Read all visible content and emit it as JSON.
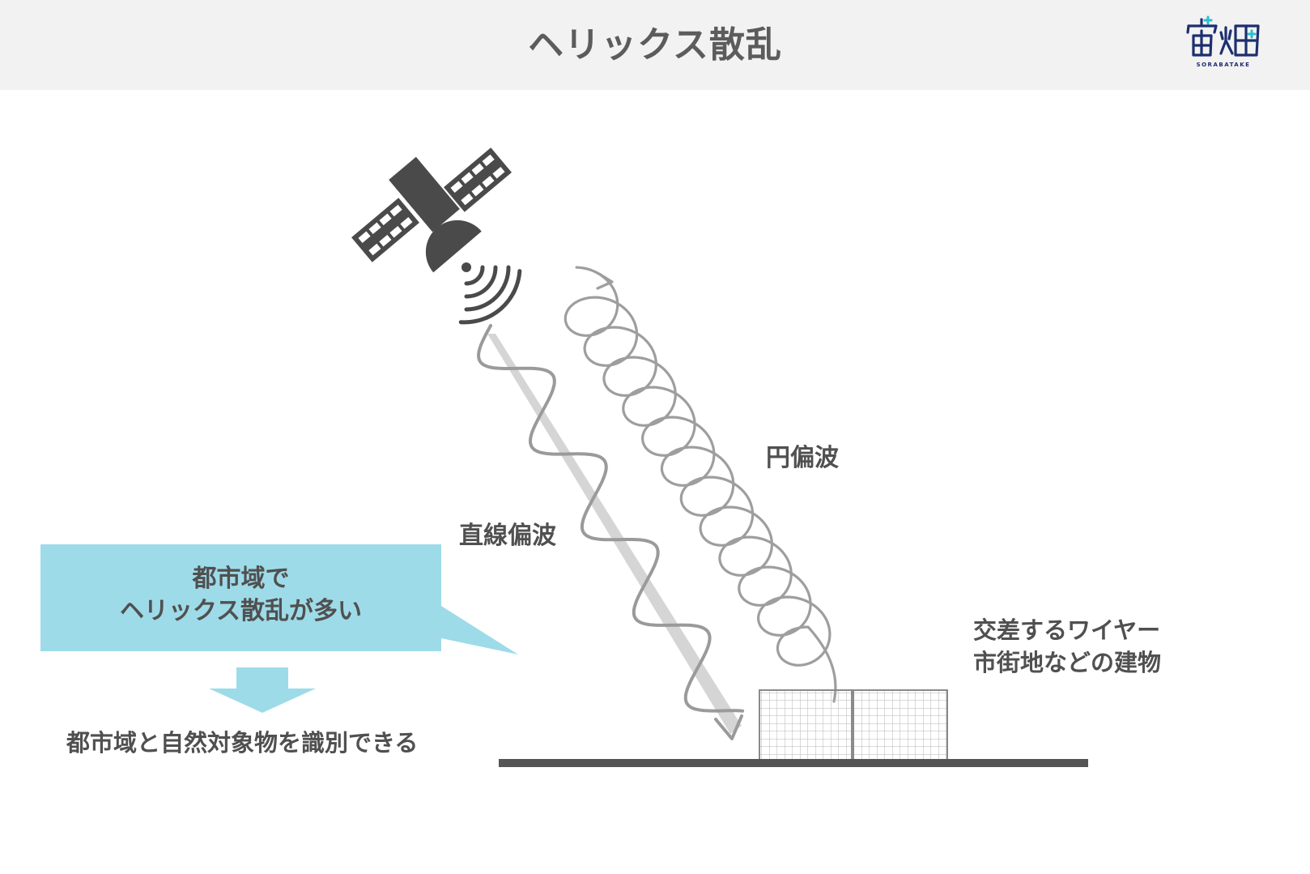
{
  "header": {
    "title": "ヘリックス散乱",
    "logo": {
      "mark": "宙畑",
      "subtitle": "SORABATAKE"
    }
  },
  "labels": {
    "circular_polarization": "円偏波",
    "linear_polarization": "直線偏波",
    "target_line1": "交差するワイヤー",
    "target_line2": "市街地などの建物"
  },
  "callout": {
    "line1": "都市域で",
    "line2": "ヘリックス散乱が多い"
  },
  "conclusion": "都市域と自然対象物を識別できる",
  "colors": {
    "header_bg": "#f2f2f2",
    "title_text": "#5c5c5c",
    "callout_bg": "#9edbe8",
    "satellite": "#4a4a4a",
    "wave": "#9a9a9a",
    "ground": "#555555",
    "logo": "#1d2f6f",
    "logo_accent": "#2bbfd0"
  },
  "icons": [
    "satellite-icon",
    "signal-waves-icon",
    "down-arrow-icon",
    "building-grid-icon"
  ]
}
